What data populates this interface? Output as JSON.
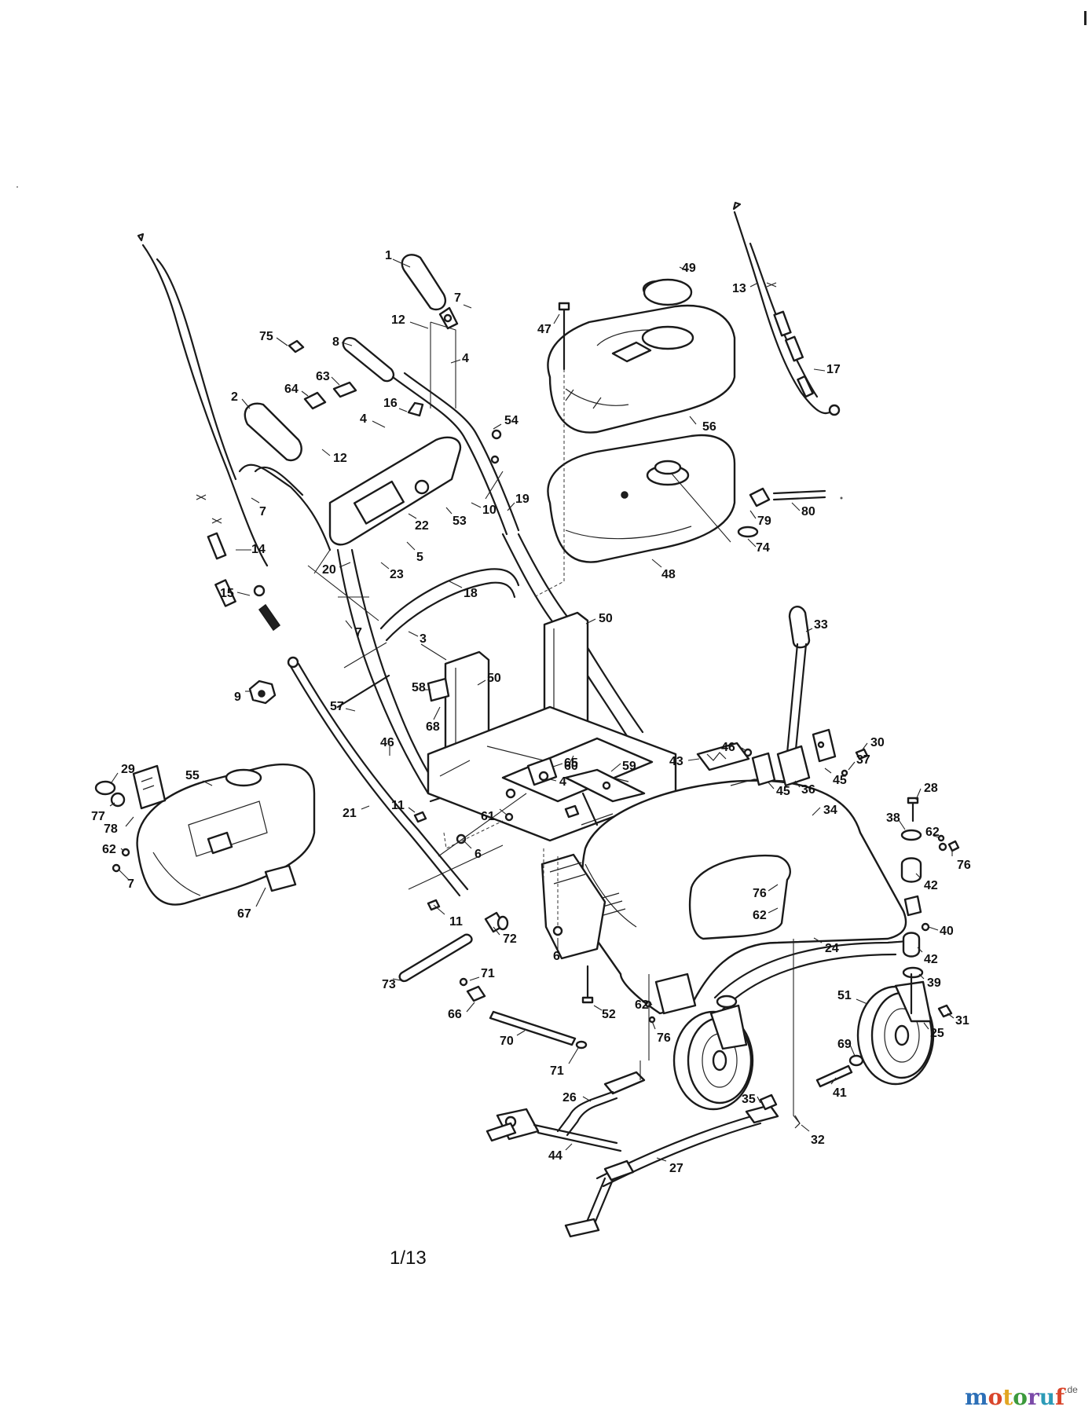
{
  "page": {
    "page_number": "1/13",
    "brand": {
      "letters": [
        "m",
        "o",
        "t",
        "o",
        "r",
        "u",
        "f"
      ],
      "letter_colors": [
        "#2c6fb7",
        "#d9452b",
        "#e2a623",
        "#3c9a3c",
        "#7b4aa8",
        "#2c9bb7",
        "#d9452b"
      ],
      "tld": ".de"
    }
  },
  "callouts": [
    {
      "id": "c1",
      "label": "1"
    },
    {
      "id": "c49",
      "label": "49"
    },
    {
      "id": "c13",
      "label": "13"
    },
    {
      "id": "c7a",
      "label": "7"
    },
    {
      "id": "c12a",
      "label": "12"
    },
    {
      "id": "c47",
      "label": "47"
    },
    {
      "id": "c75",
      "label": "75"
    },
    {
      "id": "c8",
      "label": "8"
    },
    {
      "id": "c4a",
      "label": "4"
    },
    {
      "id": "c17",
      "label": "17"
    },
    {
      "id": "c63",
      "label": "63"
    },
    {
      "id": "c64",
      "label": "64"
    },
    {
      "id": "c2",
      "label": "2"
    },
    {
      "id": "c16",
      "label": "16"
    },
    {
      "id": "c4b",
      "label": "4"
    },
    {
      "id": "c54",
      "label": "54"
    },
    {
      "id": "c56",
      "label": "56"
    },
    {
      "id": "c12b",
      "label": "12"
    },
    {
      "id": "c19",
      "label": "19"
    },
    {
      "id": "c10",
      "label": "10"
    },
    {
      "id": "c7b",
      "label": "7"
    },
    {
      "id": "c53",
      "label": "53"
    },
    {
      "id": "c22",
      "label": "22"
    },
    {
      "id": "c79",
      "label": "79"
    },
    {
      "id": "c80",
      "label": "80"
    },
    {
      "id": "c74",
      "label": "74"
    },
    {
      "id": "c14",
      "label": "14"
    },
    {
      "id": "c5",
      "label": "5"
    },
    {
      "id": "c20",
      "label": "20"
    },
    {
      "id": "c23",
      "label": "23"
    },
    {
      "id": "c48",
      "label": "48"
    },
    {
      "id": "c15",
      "label": "15"
    },
    {
      "id": "c18",
      "label": "18"
    },
    {
      "id": "c50a",
      "label": "50"
    },
    {
      "id": "c33",
      "label": "33"
    },
    {
      "id": "c7c",
      "label": "7"
    },
    {
      "id": "c3",
      "label": "3"
    },
    {
      "id": "c50b",
      "label": "50"
    },
    {
      "id": "c9",
      "label": "9"
    },
    {
      "id": "c58",
      "label": "58"
    },
    {
      "id": "c57",
      "label": "57"
    },
    {
      "id": "c30",
      "label": "30"
    },
    {
      "id": "c37",
      "label": "37"
    },
    {
      "id": "c46a",
      "label": "46"
    },
    {
      "id": "c68",
      "label": "68"
    },
    {
      "id": "c46b",
      "label": "46"
    },
    {
      "id": "c43",
      "label": "43"
    },
    {
      "id": "c45a",
      "label": "45"
    },
    {
      "id": "c60",
      "label": "60"
    },
    {
      "id": "c65",
      "label": "65"
    },
    {
      "id": "c59",
      "label": "59"
    },
    {
      "id": "c45b",
      "label": "45"
    },
    {
      "id": "c36",
      "label": "36"
    },
    {
      "id": "c29",
      "label": "29"
    },
    {
      "id": "c55",
      "label": "55"
    },
    {
      "id": "c4c",
      "label": "4"
    },
    {
      "id": "c77",
      "label": "77"
    },
    {
      "id": "c78",
      "label": "78"
    },
    {
      "id": "c21",
      "label": "21"
    },
    {
      "id": "c11a",
      "label": "11"
    },
    {
      "id": "c61",
      "label": "61"
    },
    {
      "id": "c34",
      "label": "34"
    },
    {
      "id": "c28",
      "label": "28"
    },
    {
      "id": "c38",
      "label": "38"
    },
    {
      "id": "c62a",
      "label": "62"
    },
    {
      "id": "c6a",
      "label": "6"
    },
    {
      "id": "c62b",
      "label": "62"
    },
    {
      "id": "c76a",
      "label": "76"
    },
    {
      "id": "c7d",
      "label": "7"
    },
    {
      "id": "c42a",
      "label": "42"
    },
    {
      "id": "c67",
      "label": "67"
    },
    {
      "id": "c76b",
      "label": "76"
    },
    {
      "id": "c11b",
      "label": "11"
    },
    {
      "id": "c62c",
      "label": "62"
    },
    {
      "id": "c72",
      "label": "72"
    },
    {
      "id": "c40",
      "label": "40"
    },
    {
      "id": "c6b",
      "label": "6"
    },
    {
      "id": "c24",
      "label": "24"
    },
    {
      "id": "c42b",
      "label": "42"
    },
    {
      "id": "c73",
      "label": "73"
    },
    {
      "id": "c71a",
      "label": "71"
    },
    {
      "id": "c39",
      "label": "39"
    },
    {
      "id": "c51",
      "label": "51"
    },
    {
      "id": "c31",
      "label": "31"
    },
    {
      "id": "c66",
      "label": "66"
    },
    {
      "id": "c52",
      "label": "52"
    },
    {
      "id": "c62d",
      "label": "62"
    },
    {
      "id": "c25",
      "label": "25"
    },
    {
      "id": "c70",
      "label": "70"
    },
    {
      "id": "c76c",
      "label": "76"
    },
    {
      "id": "c69",
      "label": "69"
    },
    {
      "id": "c71b",
      "label": "71"
    },
    {
      "id": "c41",
      "label": "41"
    },
    {
      "id": "c26",
      "label": "26"
    },
    {
      "id": "c35",
      "label": "35"
    },
    {
      "id": "c32",
      "label": "32"
    },
    {
      "id": "c44",
      "label": "44"
    },
    {
      "id": "c27",
      "label": "27"
    }
  ]
}
